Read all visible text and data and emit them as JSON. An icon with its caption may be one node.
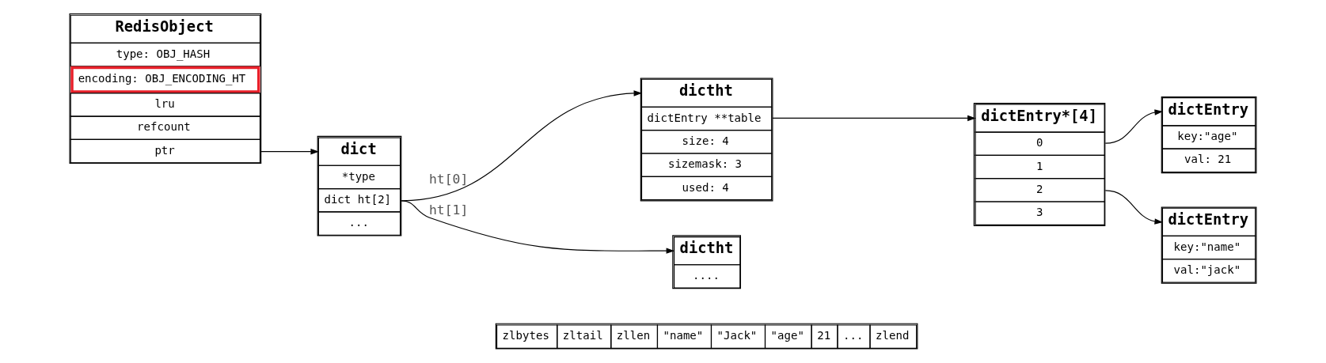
{
  "diagram": {
    "nodes": [
      {
        "text": [
          "zlbytes",
          "zltail",
          "zllen",
          "\"name\"",
          "\"Jack\"",
          "\"age\"",
          "21",
          "...",
          "zlend"
        ]
      },
      {
        "text": [
          "RedisObject",
          "type: OBJ_HASH",
          "encoding: OBJ_ENCODING_HT",
          "lru",
          "refcount",
          "ptr"
        ]
      },
      {
        "text": [
          "dict",
          "*type",
          "dict ht[2]",
          "..."
        ]
      },
      {
        "text": [
          "dictht",
          "dictEntry **table",
          "size: 4",
          "sizemask: 3",
          "used: 4"
        ]
      },
      {
        "text": [
          "dictht",
          "...."
        ]
      },
      {
        "text": [
          "dictEntry*[4]",
          "0",
          "1",
          "2",
          "3"
        ]
      },
      {
        "text": [
          "dictEntry",
          "key:\"age\"",
          "val: 21"
        ]
      },
      {
        "text": [
          "dictEntry",
          "key:\"name\"",
          "val:\"jack\""
        ]
      }
    ],
    "edges": [
      {
        "from": 1,
        "to": 2,
        "arrow": "to"
      },
      {
        "from": 2,
        "to": 3,
        "arrow": "to",
        "label": "ht[0]"
      },
      {
        "from": 2,
        "to": 4,
        "arrow": "to",
        "label": "ht[1]"
      },
      {
        "from": 3,
        "to": 5,
        "arrow": "to"
      },
      {
        "from": 5,
        "to": 6,
        "arrow": "to"
      },
      {
        "from": 5,
        "to": 7,
        "arrow": "to"
      }
    ]
  }
}
